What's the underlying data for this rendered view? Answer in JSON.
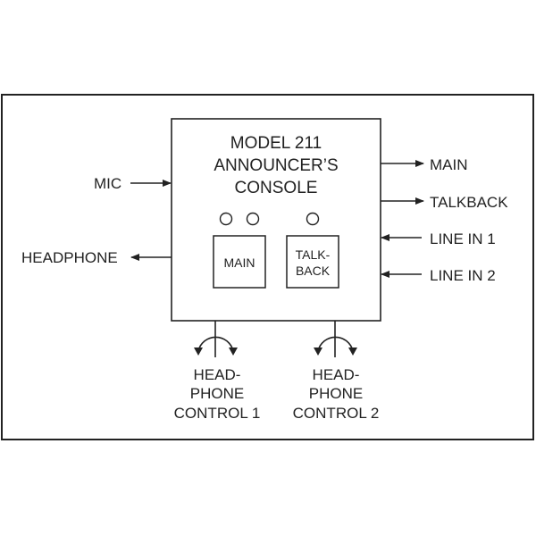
{
  "console": {
    "title_lines": [
      "MODEL 211",
      "ANNOUNCER’S",
      "CONSOLE"
    ],
    "main_button": "MAIN",
    "talkback_button": [
      "TALK-",
      "BACK"
    ]
  },
  "inputs": {
    "mic": "MIC",
    "line_in_1": "LINE IN 1",
    "line_in_2": "LINE IN 2"
  },
  "outputs": {
    "headphone": "HEADPHONE",
    "main": "MAIN",
    "talkback": "TALKBACK"
  },
  "controls": {
    "headphone_control_1": [
      "HEAD-",
      "PHONE",
      "CONTROL 1"
    ],
    "headphone_control_2": [
      "HEAD-",
      "PHONE",
      "CONTROL 2"
    ]
  },
  "colors": {
    "line": "#222222",
    "background": "#ffffff"
  }
}
